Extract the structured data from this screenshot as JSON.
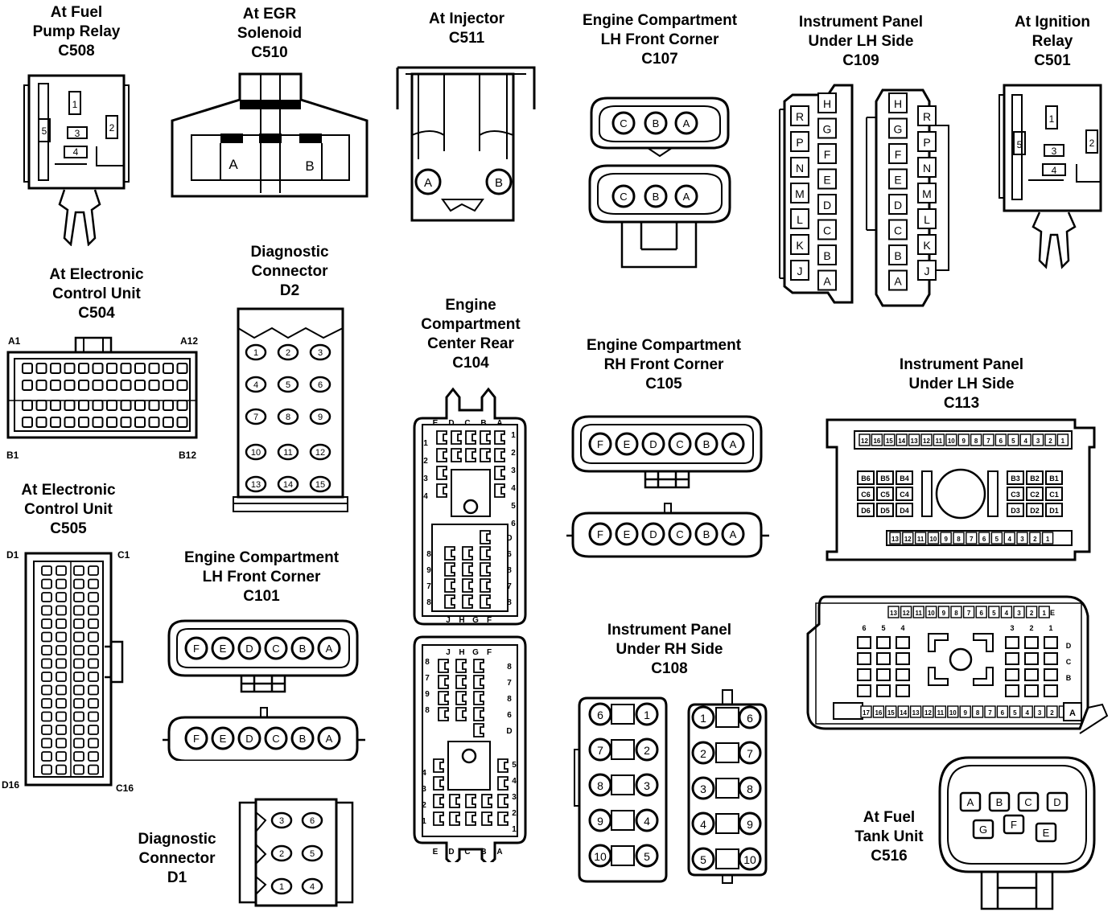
{
  "connectors": {
    "c508": {
      "line1": "At Fuel",
      "line2": "Pump Relay",
      "line3": "C508",
      "pins": [
        "1",
        "2",
        "3",
        "4",
        "5"
      ]
    },
    "c510": {
      "line1": "At EGR",
      "line2": "Solenoid",
      "line3": "C510",
      "pins": [
        "A",
        "B"
      ]
    },
    "c511": {
      "line1": "At Injector",
      "line2": "C511",
      "pins": [
        "A",
        "B"
      ]
    },
    "c107": {
      "line1": "Engine Compartment",
      "line2": "LH Front Corner",
      "line3": "C107",
      "pins": [
        "C",
        "B",
        "A"
      ]
    },
    "c109": {
      "line1": "Instrument Panel",
      "line2": "Under LH Side",
      "line3": "C109",
      "left_outer": [
        "R",
        "P",
        "N",
        "M",
        "L",
        "K",
        "J"
      ],
      "left_inner": [
        "H",
        "G",
        "F",
        "E",
        "D",
        "C",
        "B",
        "A"
      ]
    },
    "c501": {
      "line1": "At Ignition",
      "line2": "Relay",
      "line3": "C501",
      "pins": [
        "1",
        "2",
        "3",
        "4",
        "5"
      ]
    },
    "c504": {
      "line1": "At Electronic",
      "line2": "Control Unit",
      "line3": "C504",
      "a1": "A1",
      "a12": "A12",
      "b1": "B1",
      "b12": "B12"
    },
    "d2": {
      "line1": "Diagnostic",
      "line2": "Connector",
      "line3": "D2",
      "pins": [
        "1",
        "2",
        "3",
        "4",
        "5",
        "6",
        "7",
        "8",
        "9",
        "10",
        "11",
        "12",
        "13",
        "14",
        "15"
      ]
    },
    "c104": {
      "line1": "Engine",
      "line2": "Compartment",
      "line3": "Center Rear",
      "line4": "C104",
      "top_letters": [
        "E",
        "D",
        "C",
        "B",
        "A"
      ],
      "bottom_letters": [
        "J",
        "H",
        "G",
        "F"
      ],
      "left_numbers": [
        "1",
        "2",
        "3",
        "4"
      ],
      "right_numbers": [
        "1",
        "2",
        "3",
        "4",
        "5",
        "6"
      ],
      "lower_left": [
        "8",
        "9",
        "7",
        "8"
      ],
      "lower_right": [
        "D",
        "6",
        "8",
        "7",
        "8"
      ]
    },
    "c105": {
      "line1": "Engine Compartment",
      "line2": "RH Front Corner",
      "line3": "C105",
      "pins": [
        "F",
        "E",
        "D",
        "C",
        "B",
        "A"
      ]
    },
    "c113": {
      "line1": "Instrument Panel",
      "line2": "Under LH Side",
      "line3": "C113",
      "top_row": [
        "12",
        "16",
        "15",
        "14",
        "13",
        "12",
        "11",
        "10",
        "9",
        "8",
        "7",
        "6",
        "5",
        "4",
        "3",
        "2",
        "1"
      ],
      "bottom_row": [
        "13",
        "12",
        "11",
        "10",
        "9",
        "8",
        "7",
        "6",
        "5",
        "4",
        "3",
        "2",
        "1"
      ],
      "left_block": [
        "B6",
        "B5",
        "B4",
        "C6",
        "C5",
        "C4",
        "D6",
        "D5",
        "D4"
      ],
      "right_block": [
        "B3",
        "B2",
        "B1",
        "C3",
        "C2",
        "C1",
        "D3",
        "D2",
        "D1"
      ],
      "top_row_2": [
        "13",
        "12",
        "11",
        "10",
        "9",
        "8",
        "7",
        "6",
        "5",
        "4",
        "3",
        "2",
        "1"
      ],
      "mid_labels": [
        "6",
        "5",
        "4",
        "3",
        "2",
        "1"
      ],
      "side_labels": [
        "E",
        "D",
        "C",
        "B"
      ],
      "bottom_row_2": [
        "17",
        "16",
        "15",
        "14",
        "13",
        "12",
        "11",
        "10",
        "9",
        "8",
        "7",
        "6",
        "5",
        "4",
        "3",
        "2",
        "1"
      ],
      "corner_label": "A"
    },
    "c505": {
      "line1": "At Electronic",
      "line2": "Control Unit",
      "line3": "C505",
      "d1": "D1",
      "c1": "C1",
      "d16": "D16",
      "c16": "C16"
    },
    "c101": {
      "line1": "Engine Compartment",
      "line2": "LH Front Corner",
      "line3": "C101",
      "pins": [
        "F",
        "E",
        "D",
        "C",
        "B",
        "A"
      ]
    },
    "c108": {
      "line1": "Instrument Panel",
      "line2": "Under RH Side",
      "line3": "C108",
      "left_pairs": [
        [
          "6",
          "1"
        ],
        [
          "7",
          "2"
        ],
        [
          "8",
          "3"
        ],
        [
          "9",
          "4"
        ],
        [
          "10",
          "5"
        ]
      ],
      "right_pairs": [
        [
          "1",
          "6"
        ],
        [
          "2",
          "7"
        ],
        [
          "3",
          "8"
        ],
        [
          "4",
          "9"
        ],
        [
          "5",
          "10"
        ]
      ]
    },
    "d1": {
      "line1": "Diagnostic",
      "line2": "Connector",
      "line3": "D1",
      "pins": [
        "3",
        "6",
        "2",
        "5",
        "1",
        "4"
      ]
    },
    "c516": {
      "line1": "At Fuel",
      "line2": "Tank Unit",
      "line3": "C516",
      "top": [
        "A",
        "B",
        "C",
        "D"
      ],
      "bottom": [
        "G",
        "F",
        "E"
      ]
    }
  }
}
